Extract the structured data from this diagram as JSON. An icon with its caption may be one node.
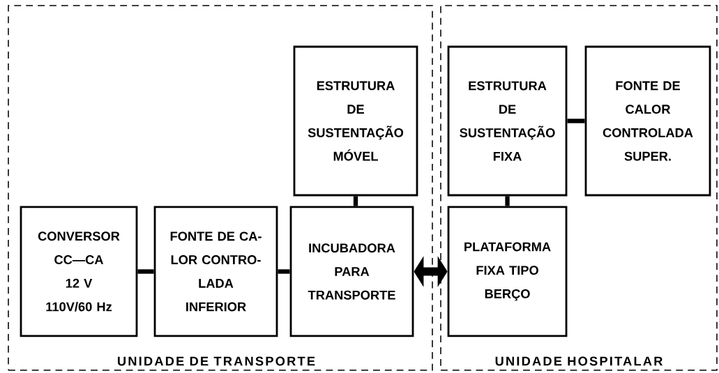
{
  "diagram": {
    "nodes": [
      {
        "text": [
          "UNIDADE DE TRANSPORTE"
        ]
      },
      {
        "text": [
          "ESTRUTURA DE SUSTENTAÇÃO MÓVEL"
        ],
        "in": 0
      },
      {
        "text": [
          "CONVERSOR CC—CA",
          "12 V",
          "110V/60 Hz"
        ],
        "in": 0
      },
      {
        "text": [
          "FONTE DE CA- LOR CONTRO- LADA INFERIOR"
        ],
        "in": 0
      },
      {
        "text": [
          "INCUBADORA PARA TRANSPORTE"
        ],
        "in": 0
      },
      {
        "text": [
          "UNIDADE HOSPITALAR"
        ]
      },
      {
        "text": [
          "ESTRUTURA DE SUSTENTAÇÃO FIXA"
        ],
        "in": 5
      },
      {
        "text": [
          "FONTE DE CALOR CONTROLADA SUPER."
        ],
        "in": 5
      },
      {
        "text": [
          "PLATAFORMA FIXA TIPO BERÇO"
        ],
        "in": 5
      }
    ],
    "edges": [
      {
        "from": 2,
        "to": 3,
        "arrow": "none"
      },
      {
        "from": 3,
        "to": 4,
        "arrow": "none"
      },
      {
        "from": 1,
        "to": 4,
        "arrow": "none"
      },
      {
        "from": 4,
        "to": 8,
        "arrow": "both",
        "style": "thick"
      },
      {
        "from": 6,
        "to": 8,
        "arrow": "none"
      },
      {
        "from": 6,
        "to": 7,
        "arrow": "none"
      }
    ]
  }
}
